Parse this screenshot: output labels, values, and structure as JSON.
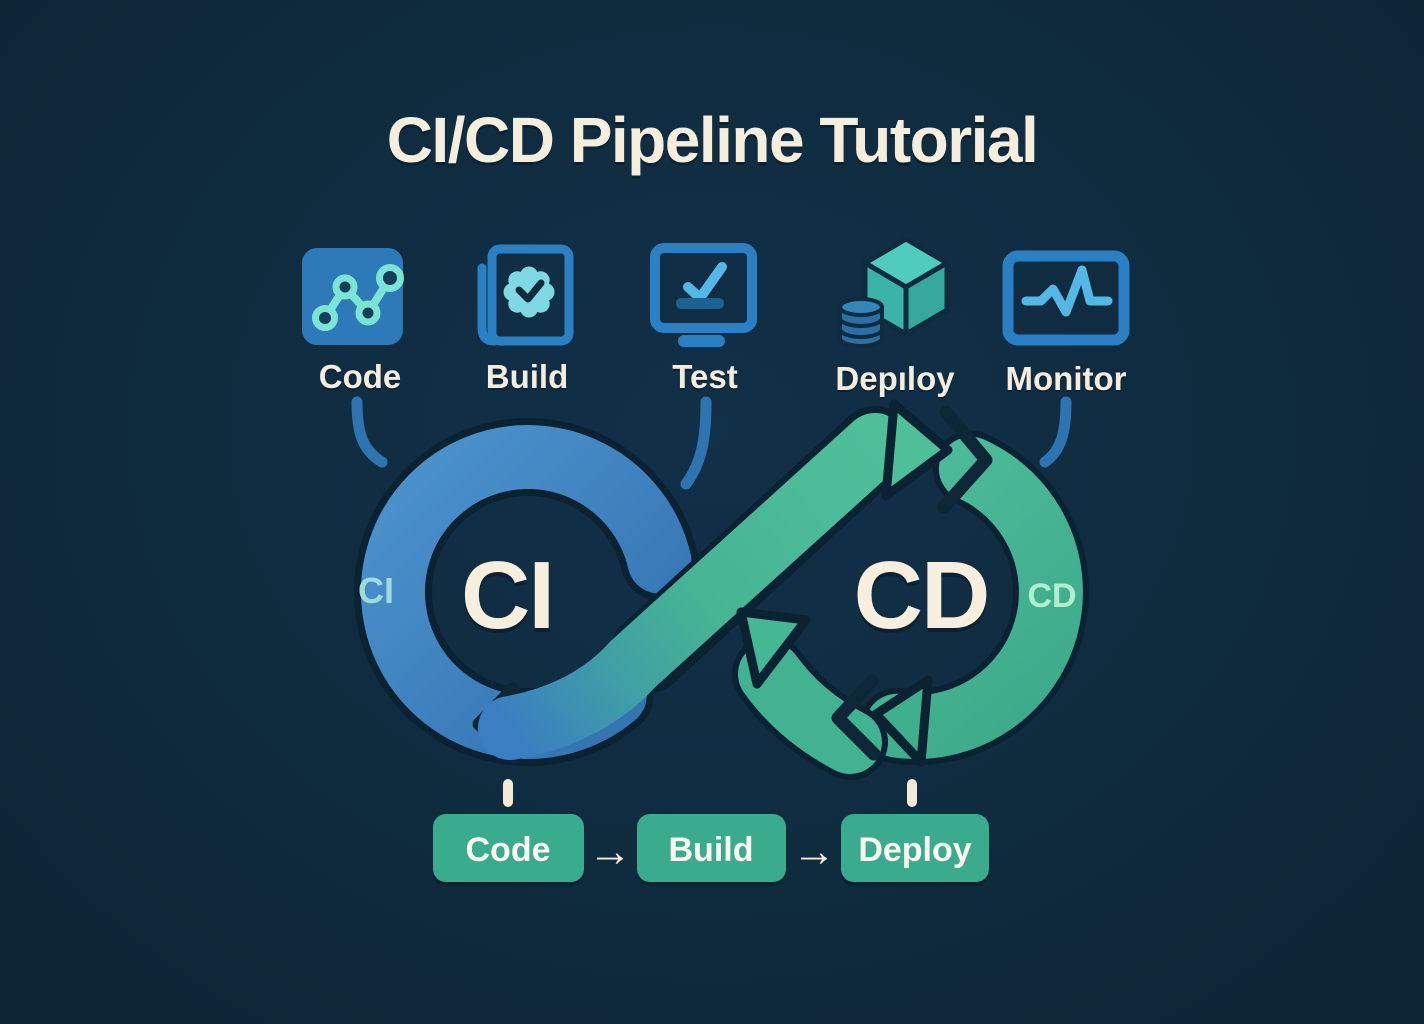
{
  "title": "CI/CD Pipeline Tutorial",
  "stages": [
    {
      "label": "Code",
      "icon": "line-chart-icon"
    },
    {
      "label": "Build",
      "icon": "document-badge-icon"
    },
    {
      "label": "Test",
      "icon": "monitor-check-icon"
    },
    {
      "label": "Depıloy",
      "icon": "cube-database-icon"
    },
    {
      "label": "Monitor",
      "icon": "pulse-monitor-icon"
    }
  ],
  "loop": {
    "ci_large": "CI",
    "cd_large": "CD",
    "ci_small": "CI",
    "cd_small": "CD"
  },
  "bottom_flow": {
    "steps": [
      {
        "label": "Code"
      },
      {
        "label": "Build"
      },
      {
        "label": "Deploy"
      }
    ],
    "arrow": "→"
  },
  "colors": {
    "background": "#0f2b3d",
    "loop_blue": "#3b82c4",
    "loop_green": "#45b492",
    "cream": "#f6eedd",
    "box_green": "#3bab8e",
    "icon_blue": "#2b80c3",
    "teal_accent": "#7ce4d4",
    "small_ci": "#9fdcd8",
    "small_cd": "#b0efcf"
  }
}
